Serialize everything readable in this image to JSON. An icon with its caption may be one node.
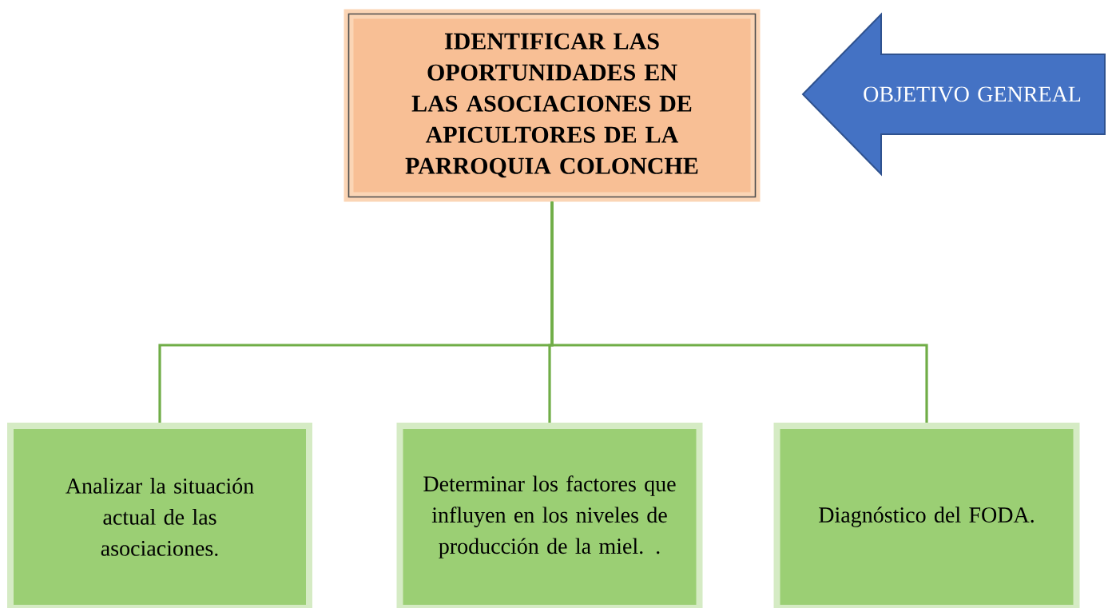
{
  "diagram": {
    "nodes": [
      {
        "text": [
          "IDENTIFICAR LAS OPORTUNIDADES EN LAS ASOCIACIONES DE APICULTORES DE LA PARROQUIA COLONCHE"
        ]
      },
      {
        "text": [
          "OBJETIVO GENREAL"
        ]
      },
      {
        "text": [
          "Analizar la situación actual de las asociaciones."
        ]
      },
      {
        "text": [
          "Determinar los factores que influyen en los niveles de producción de la miel. ."
        ]
      },
      {
        "text": [
          "Diagnóstico del FODA."
        ]
      }
    ],
    "edges": [
      {
        "from": 0,
        "to": 2,
        "arrow": "none"
      },
      {
        "from": 0,
        "to": 3,
        "arrow": "none"
      },
      {
        "from": 0,
        "to": 4,
        "arrow": "none"
      }
    ]
  }
}
